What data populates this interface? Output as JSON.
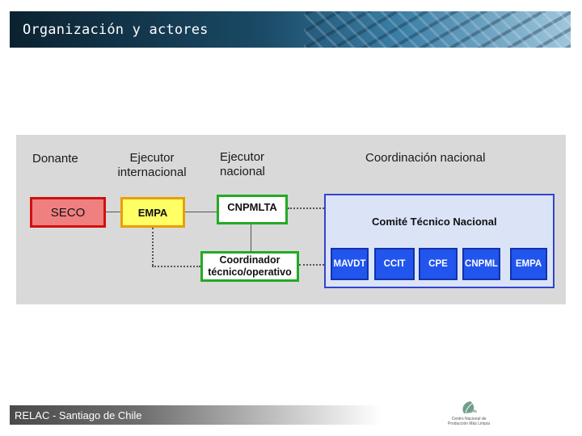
{
  "header": {
    "title": "Organización y actores"
  },
  "columns": {
    "donante": "Donante",
    "ejecutor_internacional": [
      "Ejecutor",
      "internacional"
    ],
    "ejecutor_nacional": [
      "Ejecutor",
      "nacional"
    ],
    "coordinacion_nacional": "Coordinación nacional"
  },
  "boxes": {
    "seco": "SECO",
    "empa": "EMPA",
    "cnpmlta": "CNPMLTA",
    "coordinador": [
      "Coordinador",
      "técnico/operativo"
    ],
    "comite": "Comité Técnico Nacional",
    "members": [
      "MAVDT",
      "CCIT",
      "CPE",
      "CNPML",
      "EMPA"
    ]
  },
  "colors": {
    "seco_fill": "#f08080",
    "seco_border": "#d01010",
    "empa_fill": "#ffff66",
    "empa_border": "#e8a000",
    "green_border": "#22aa22",
    "committee_fill": "#dbe3f7",
    "member_fill": "#2255ee"
  },
  "footer": {
    "text": "RELAC - Santiago de Chile"
  },
  "logo": {
    "icon": "recycle-leaf-icon",
    "lines": [
      "Centro Nacional de",
      "Producción Más Limpia"
    ]
  }
}
